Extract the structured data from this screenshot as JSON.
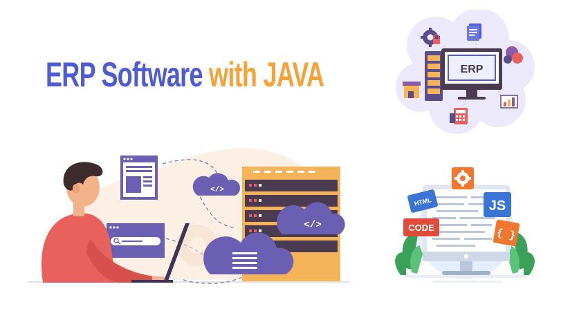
{
  "title": {
    "part1": "ERP Software",
    "part2": "with JAVA"
  },
  "erp_badge": {
    "screen_label": "ERP"
  },
  "code_badge": {
    "html_label": "HTML",
    "js_label": "JS",
    "code_label": "CODE",
    "braces_label": "{ }"
  },
  "developer_scene": {
    "code_tag_small": "</>",
    "code_tag_large": "</>"
  },
  "colors": {
    "title_blue": "#4f5bd5",
    "title_orange": "#f6a23b",
    "purple": "#6a5fb2",
    "server_dark": "#4a3b50",
    "server_orange": "#f6b458",
    "shirt_red": "#e9615c",
    "bubble_lavender": "#ebe9fa"
  }
}
